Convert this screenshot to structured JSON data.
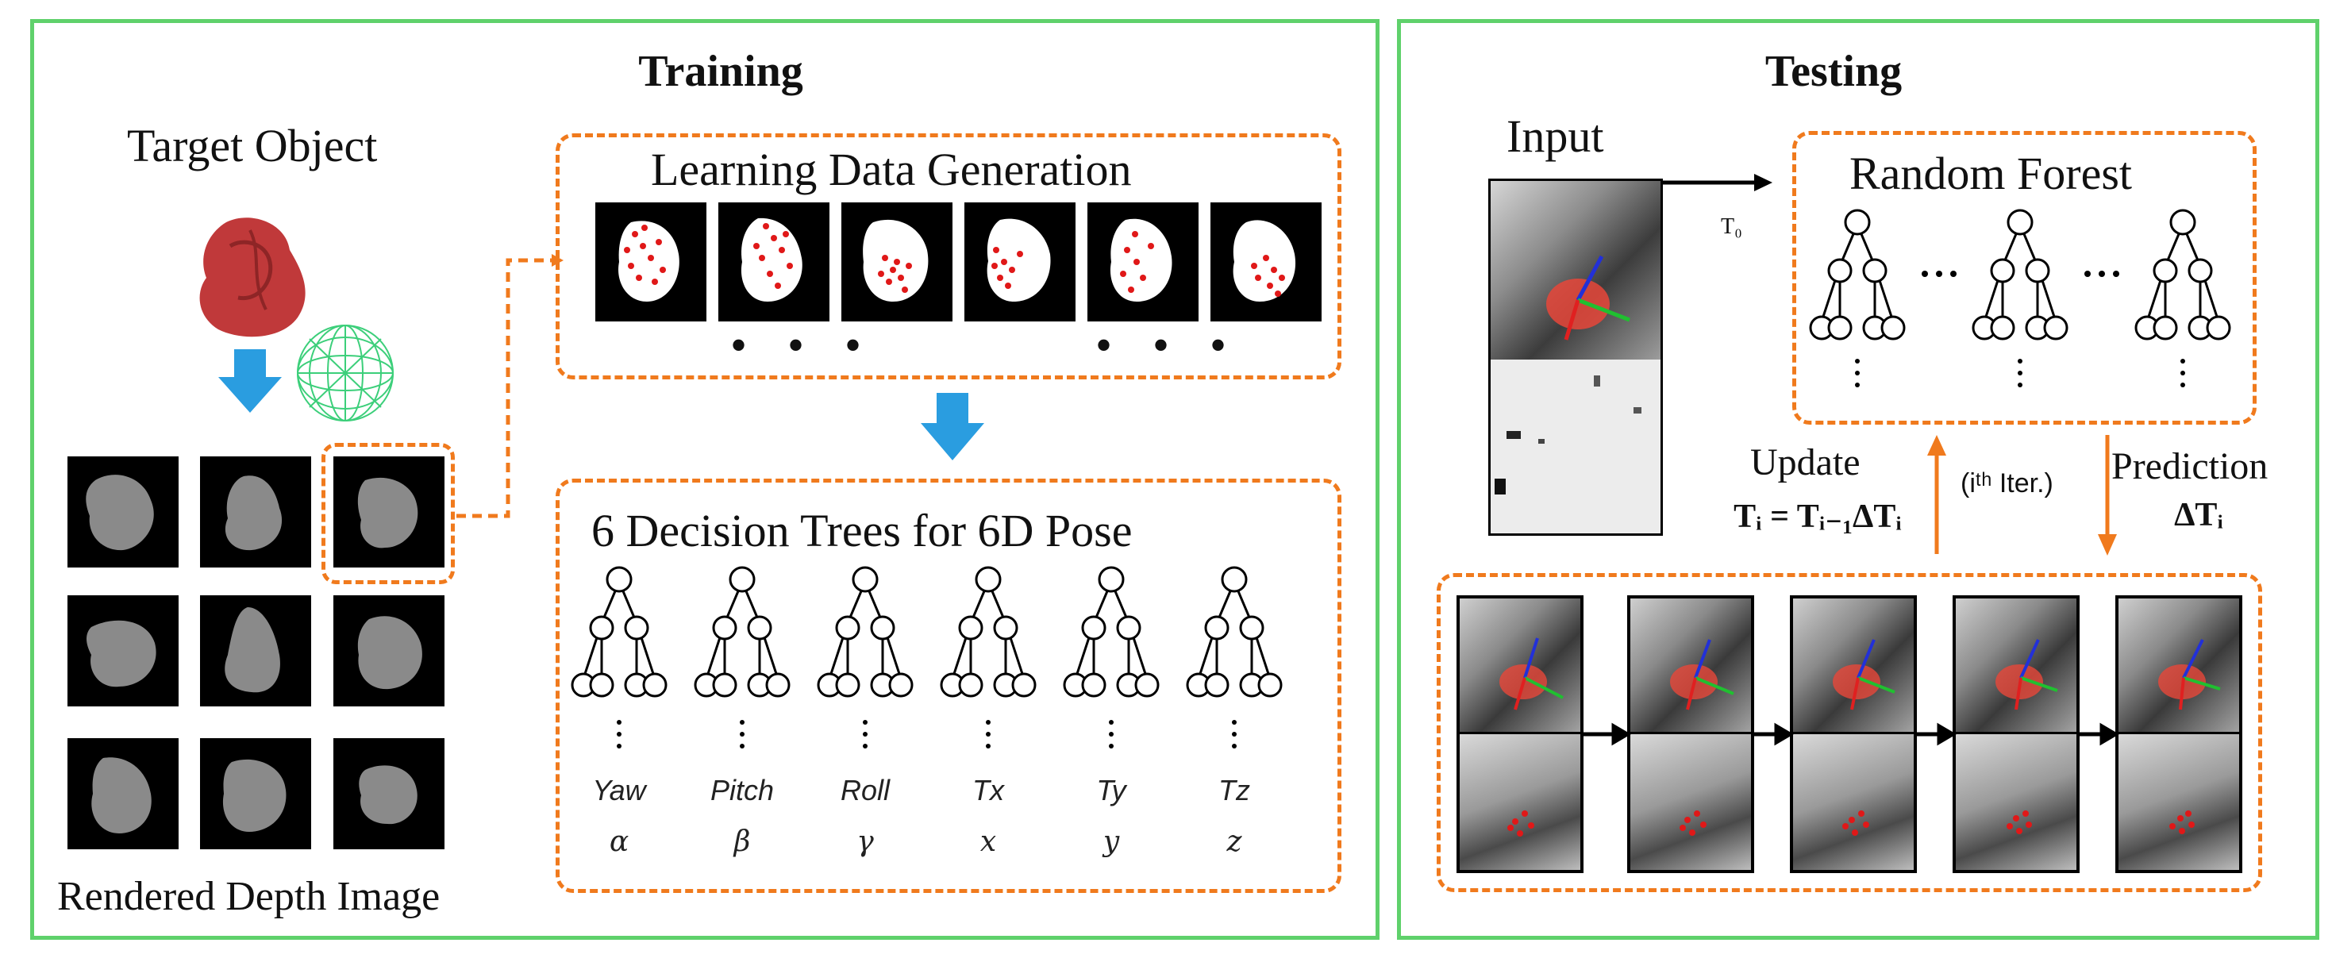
{
  "training": {
    "title": "Training",
    "target_object_label": "Target Object",
    "rendered_depth_label": "Rendered Depth Image",
    "learning_data_label": "Learning Data Generation",
    "decision_trees_label": "6 Decision Trees for 6D Pose",
    "trees": [
      {
        "name": "Yaw",
        "symbol": "α"
      },
      {
        "name": "Pitch",
        "symbol": "β"
      },
      {
        "name": "Roll",
        "symbol": "γ"
      },
      {
        "name": "Tx",
        "symbol": "x"
      },
      {
        "name": "Ty",
        "symbol": "y"
      },
      {
        "name": "Tz",
        "symbol": "z"
      }
    ]
  },
  "testing": {
    "title": "Testing",
    "input_label": "Input",
    "t0_label": "T₀",
    "random_forest_label": "Random Forest",
    "update_label": "Update",
    "update_equation": "Tᵢ = Tᵢ₋₁ΔTᵢ",
    "iteration_label": "(iᵗʰ Iter.)",
    "prediction_label": "Prediction",
    "prediction_symbol": "ΔTᵢ"
  },
  "colors": {
    "panel_border": "#5fd16b",
    "dashed_border": "#f07a1d",
    "arrow_blue": "#2a9de0",
    "arrow_orange": "#f07a1d",
    "object_red": "#c0393a",
    "mesh_green": "#3ccf7a"
  }
}
